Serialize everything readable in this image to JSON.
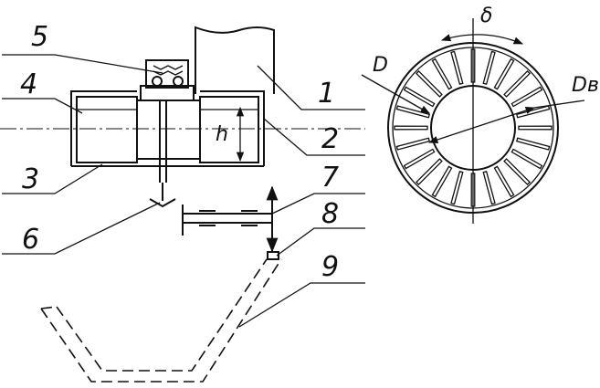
{
  "labels": {
    "n1": "1",
    "n2": "2",
    "n3": "3",
    "n4": "4",
    "n5": "5",
    "n6": "6",
    "n7": "7",
    "n8": "8",
    "n9": "9",
    "h": "h",
    "D": "D",
    "Db": "Dв",
    "delta": "δ"
  }
}
